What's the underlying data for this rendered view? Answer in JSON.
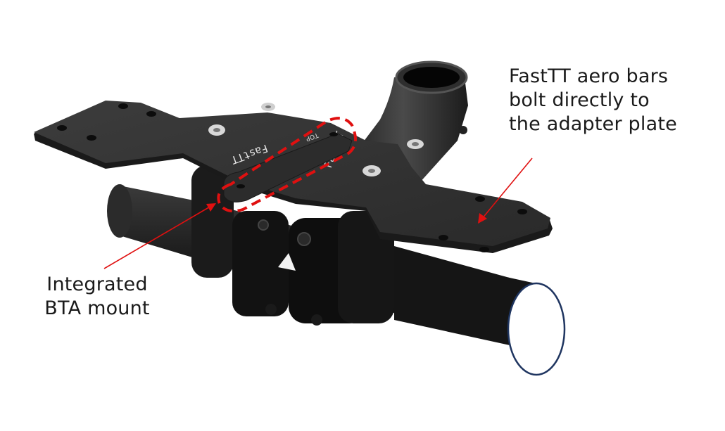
{
  "figure": {
    "subject": "FastTT aero bar adapter plate mounted on bicycle handlebar stem",
    "colors": {
      "background": "#ffffff",
      "annotation_red": "#e01010",
      "text": "#1a1a1a",
      "metal_dark": "#2a2a2a",
      "tube_end_outline": "#1f3560"
    }
  },
  "callouts": {
    "top_right": {
      "lines": [
        "FastTT aero bars",
        "bolt directly to",
        "the adapter plate"
      ]
    },
    "bottom_left": {
      "lines": [
        "Integrated",
        "BTA mount"
      ]
    }
  },
  "plate_markings": {
    "brand_left": "FastTT",
    "brand_right": "FastTT",
    "orientation": "TOP"
  },
  "annotations": {
    "dashed_outline": "integrated BTA mount tab",
    "arrow_top_right": "points to adapter plate",
    "arrow_bottom_left": "points to BTA mount"
  }
}
